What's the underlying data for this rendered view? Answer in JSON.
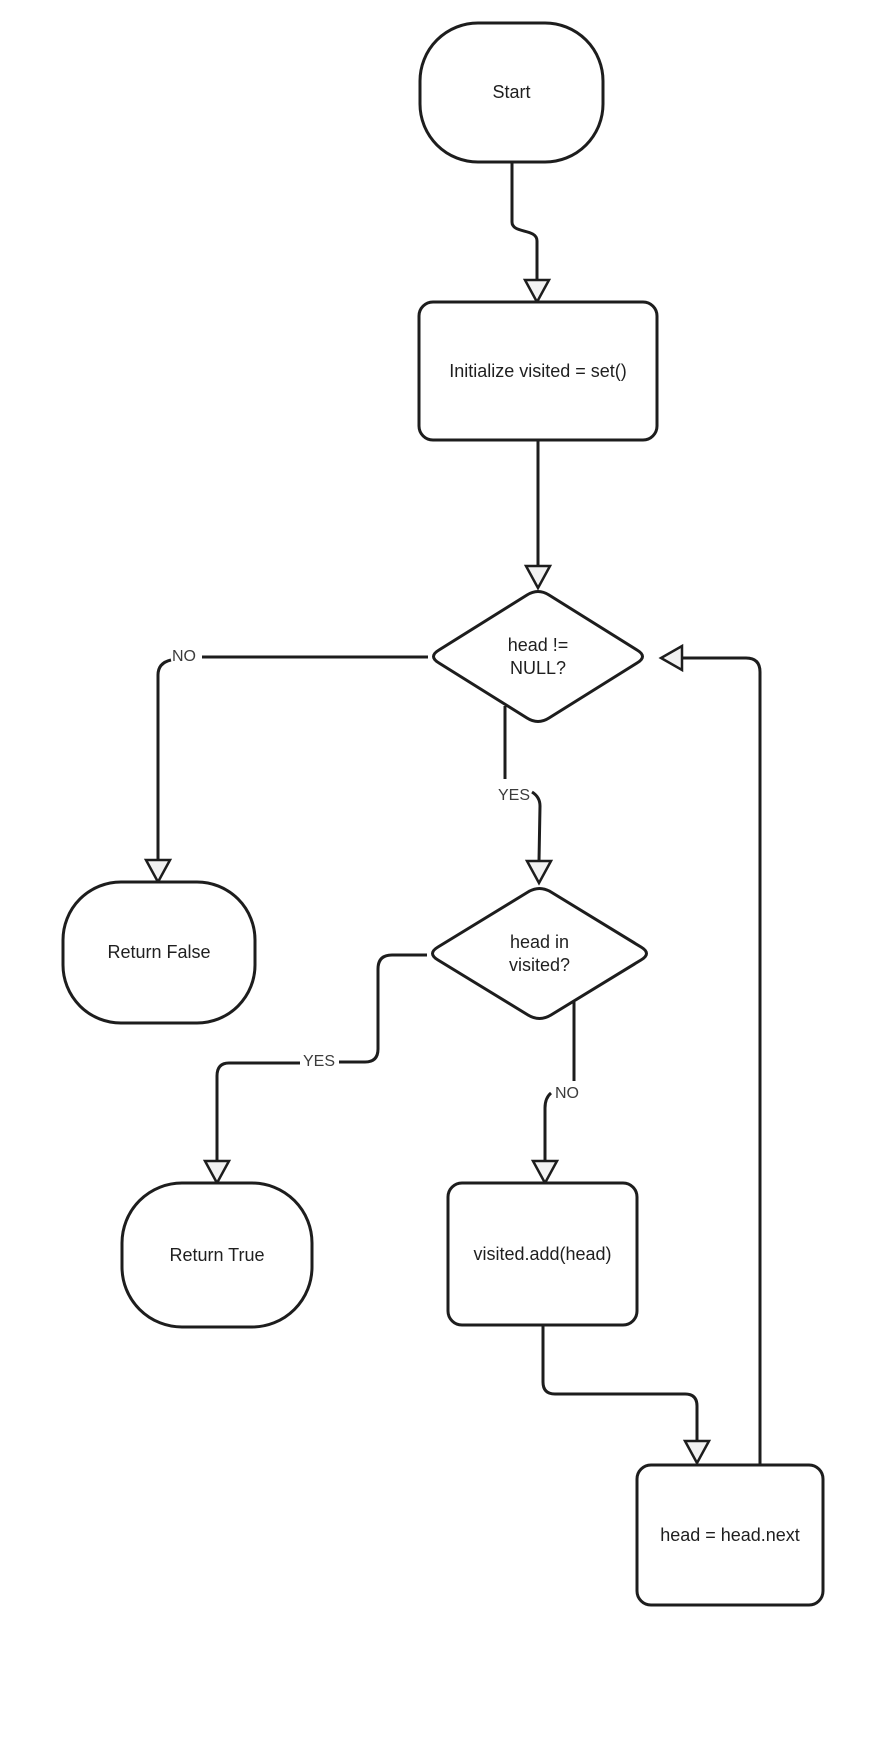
{
  "colors": {
    "background": "#ffffff",
    "line": "#1d1d1d",
    "arrowhead_fill": "#f2f2f2",
    "node_text": "#1f1f1f",
    "edge_label_text": "#3c3c3c"
  },
  "nodes": {
    "start": {
      "type": "terminator",
      "label": "Start"
    },
    "init": {
      "type": "process",
      "label": "Initialize visited = set()"
    },
    "check_null": {
      "type": "decision",
      "label": "head !=\nNULL?"
    },
    "return_false": {
      "type": "terminator",
      "label": "Return False"
    },
    "check_visited": {
      "type": "decision",
      "label": "head in\nvisited?"
    },
    "return_true": {
      "type": "terminator",
      "label": "Return True"
    },
    "add_visited": {
      "type": "process",
      "label": "visited.add(head)"
    },
    "advance": {
      "type": "process",
      "label": "head = head.next"
    }
  },
  "edge_labels": {
    "check_null_no": "NO",
    "check_null_yes": "YES",
    "check_visited_yes": "YES",
    "check_visited_no": "NO"
  }
}
